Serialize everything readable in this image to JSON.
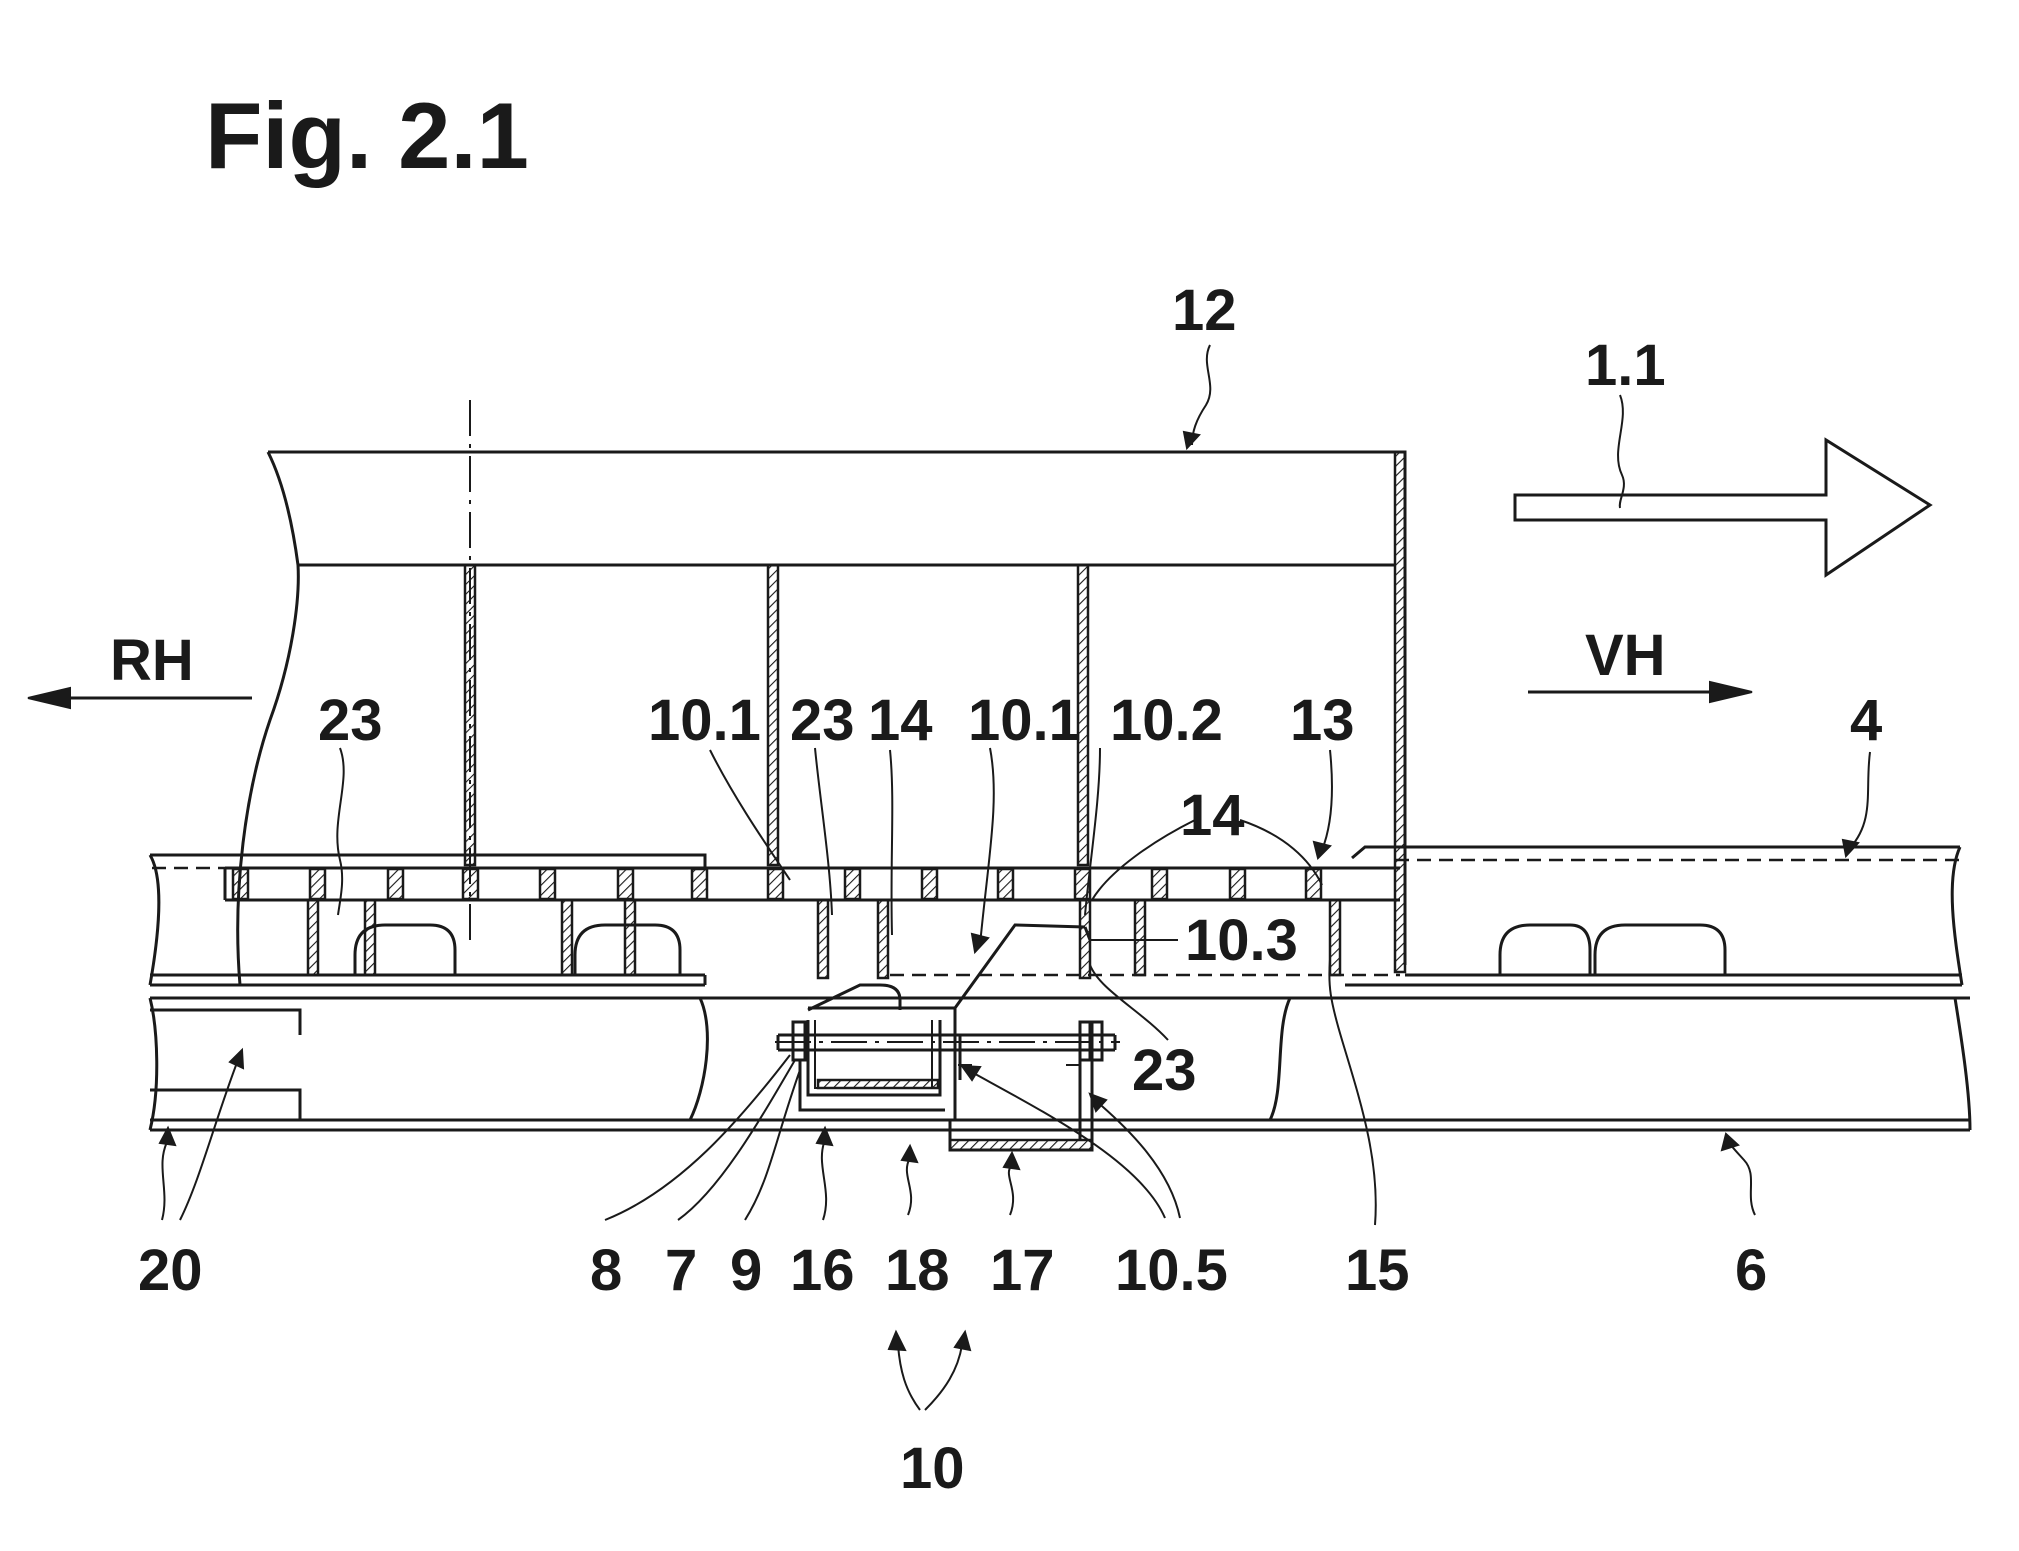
{
  "figure": {
    "title": "Fig. 2.1"
  },
  "direction_labels": {
    "rear": "RH",
    "front": "VH"
  },
  "reference_numerals": {
    "n12": "12",
    "n1_1": "1.1",
    "n23_left": "23",
    "n10_1_a": "10.1",
    "n23_mid": "23",
    "n14_a": "14",
    "n10_1_b": "10.1",
    "n10_2": "10.2",
    "n13": "13",
    "n4": "4",
    "n14_b": "14",
    "n10_3": "10.3",
    "n23_low": "23",
    "n20": "20",
    "n8": "8",
    "n7": "7",
    "n9": "9",
    "n16": "16",
    "n18": "18",
    "n17": "17",
    "n10_5": "10.5",
    "n15": "15",
    "n6": "6",
    "n10": "10"
  }
}
